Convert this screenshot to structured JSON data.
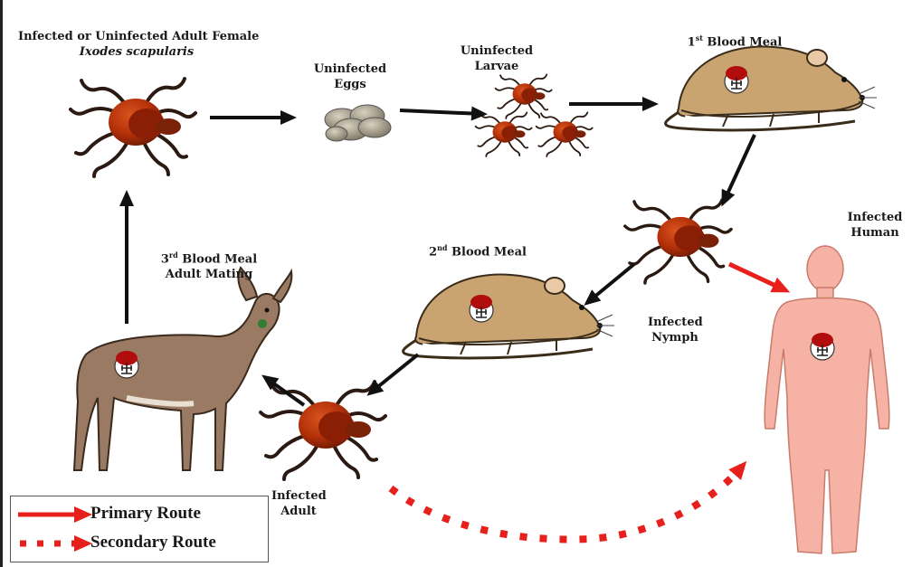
{
  "labels": {
    "adult_female_line1": "Infected or Uninfected Adult Female",
    "adult_female_line2": "Ixodes scapularis",
    "eggs_line1": "Uninfected",
    "eggs_line2": "Eggs",
    "larvae_line1": "Uninfected",
    "larvae_line2": "Larvae",
    "meal1": "1st Blood Meal",
    "meal1_num": "1",
    "meal1_sup": "st",
    "meal1_rest": " Blood Meal",
    "meal2_num": "2",
    "meal2_sup": "nd",
    "meal2_rest": " Blood Meal",
    "meal3_num": "3",
    "meal3_sup": "rd",
    "meal3_rest": " Blood Meal",
    "adult_mating": "Adult Mating",
    "infected_nymph_line1": "Infected",
    "infected_nymph_line2": "Nymph",
    "infected_human_line1": "Infected",
    "infected_human_line2": "Human",
    "infected_adult_line1": "Infected",
    "infected_adult_line2": "Adult"
  },
  "legend": {
    "primary": "Primary Route",
    "secondary": "Secondary Route",
    "primary_color": "#e8201c",
    "secondary_color": "#e8201c"
  },
  "colors": {
    "tick_body": "#b8360d",
    "tick_dark": "#6a1a05",
    "rodent": "#c9a470",
    "deer": "#9a7a62",
    "human": "#f6b2a4",
    "arrow": "#111111",
    "primary_arrow": "#e8201c"
  },
  "icons": [
    "tick-icon",
    "eggs-icon",
    "mouse-icon",
    "deer-icon",
    "human-icon",
    "bacteria-badge-icon"
  ]
}
